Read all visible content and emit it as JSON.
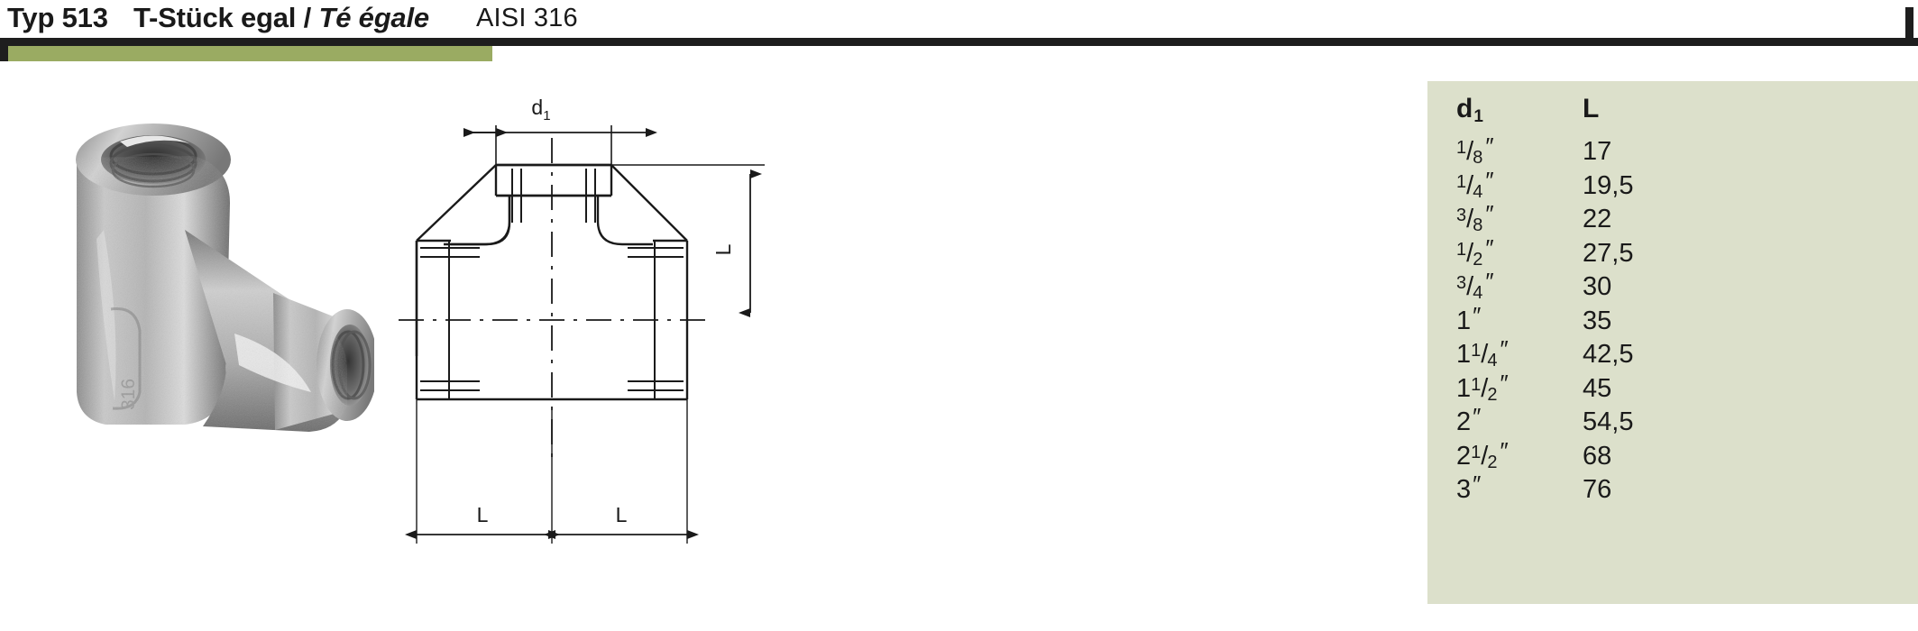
{
  "header": {
    "type_label": "Typ 513",
    "name_de": "T-Stück egal",
    "separator": "/",
    "name_fr": "Té égale",
    "material": "AISI 316",
    "accent_color": "#9aab62",
    "rule_color": "#1e1e1e"
  },
  "drawing": {
    "label_d1": "d",
    "label_d1_sub": "1",
    "label_L_vertical": "L",
    "label_L_left": "L",
    "label_L_right": "L"
  },
  "table": {
    "panel_color": "#dce0cb",
    "columns": [
      {
        "key": "d1",
        "label": "d",
        "sub": "1"
      },
      {
        "key": "L",
        "label": "L",
        "sub": ""
      }
    ],
    "rows": [
      {
        "d1_whole": "",
        "d1_num": "1",
        "d1_den": "8",
        "d1_text": "1/8″",
        "L": "17"
      },
      {
        "d1_whole": "",
        "d1_num": "1",
        "d1_den": "4",
        "d1_text": "1/4″",
        "L": "19,5"
      },
      {
        "d1_whole": "",
        "d1_num": "3",
        "d1_den": "8",
        "d1_text": "3/8″",
        "L": "22"
      },
      {
        "d1_whole": "",
        "d1_num": "1",
        "d1_den": "2",
        "d1_text": "1/2″",
        "L": "27,5"
      },
      {
        "d1_whole": "",
        "d1_num": "3",
        "d1_den": "4",
        "d1_text": "3/4″",
        "L": "30"
      },
      {
        "d1_whole": "1",
        "d1_num": "",
        "d1_den": "",
        "d1_text": "1″",
        "L": "35"
      },
      {
        "d1_whole": "1",
        "d1_num": "1",
        "d1_den": "4",
        "d1_text": "1 1/4″",
        "L": "42,5"
      },
      {
        "d1_whole": "1",
        "d1_num": "1",
        "d1_den": "2",
        "d1_text": "1 1/2″",
        "L": "45"
      },
      {
        "d1_whole": "2",
        "d1_num": "",
        "d1_den": "",
        "d1_text": "2″",
        "L": "54,5"
      },
      {
        "d1_whole": "2",
        "d1_num": "1",
        "d1_den": "2",
        "d1_text": "2 1/2″",
        "L": "68"
      },
      {
        "d1_whole": "3",
        "d1_num": "",
        "d1_den": "",
        "d1_text": "3″",
        "L": "76"
      }
    ],
    "inch_mark": "″"
  },
  "photo": {
    "alt": "stainless steel equal tee fitting"
  }
}
